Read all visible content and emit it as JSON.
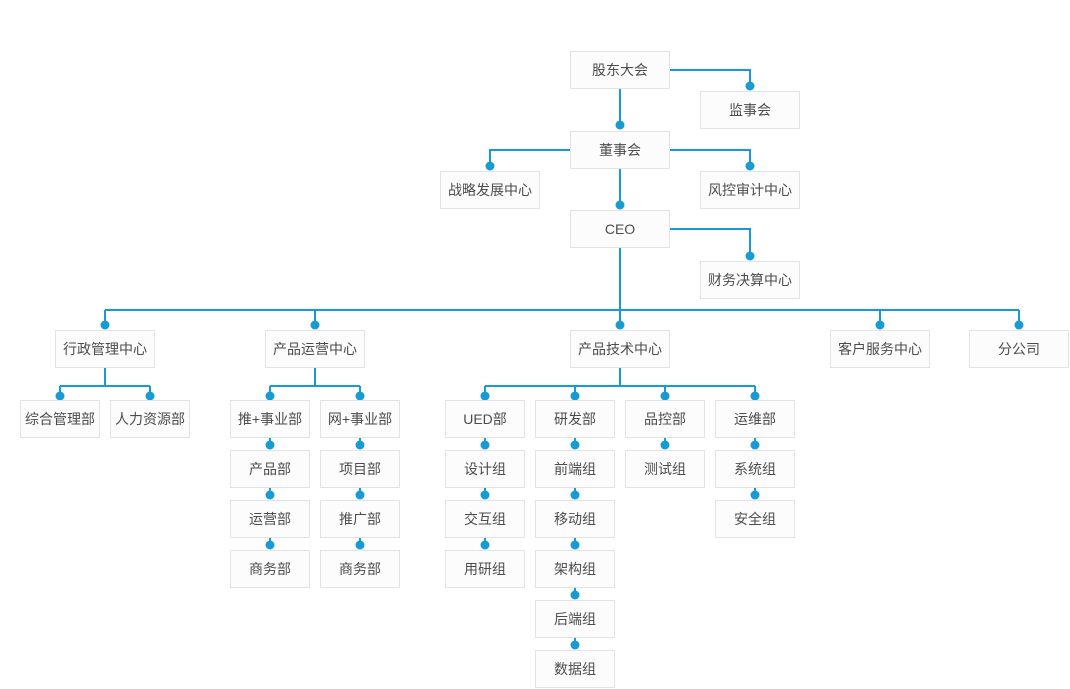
{
  "chart_title": "",
  "colors": {
    "connector": "#169bd5",
    "box_border": "#e3e3e3",
    "box_bg": "#fcfcfc",
    "label_text": "#4c4c4c"
  },
  "nodes": {
    "shareholders_meeting": {
      "label": "股东大会"
    },
    "supervisory_board": {
      "label": "监事会"
    },
    "board_of_directors": {
      "label": "董事会"
    },
    "strategic_dev_center": {
      "label": "战略发展中心"
    },
    "risk_audit_center": {
      "label": "风控审计中心"
    },
    "ceo": {
      "label": "CEO"
    },
    "financial_settlement_center": {
      "label": "财务决算中心"
    },
    "admin_mgmt_center": {
      "label": "行政管理中心"
    },
    "product_ops_center": {
      "label": "产品运营中心"
    },
    "product_tech_center": {
      "label": "产品技术中心"
    },
    "customer_service_center": {
      "label": "客户服务中心"
    },
    "branch_company": {
      "label": "分公司"
    },
    "general_mgmt_dept": {
      "label": "综合管理部"
    },
    "hr_dept": {
      "label": "人力资源部"
    },
    "tui_plus_division": {
      "label": "推+事业部"
    },
    "product_dept": {
      "label": "产品部"
    },
    "operations_dept": {
      "label": "运营部"
    },
    "business_dept_tui": {
      "label": "商务部"
    },
    "wang_plus_division": {
      "label": "网+事业部"
    },
    "project_dept": {
      "label": "项目部"
    },
    "promotion_dept": {
      "label": "推广部"
    },
    "business_dept_wang": {
      "label": "商务部"
    },
    "ued_dept": {
      "label": "UED部"
    },
    "design_group": {
      "label": "设计组"
    },
    "interaction_group": {
      "label": "交互组"
    },
    "user_research_group": {
      "label": "用研组"
    },
    "rd_dept": {
      "label": "研发部"
    },
    "frontend_group": {
      "label": "前端组"
    },
    "mobile_group": {
      "label": "移动组"
    },
    "architecture_group": {
      "label": "架构组"
    },
    "backend_group": {
      "label": "后端组"
    },
    "data_group": {
      "label": "数据组"
    },
    "quality_control_dept": {
      "label": "品控部"
    },
    "testing_group": {
      "label": "测试组"
    },
    "ops_maintenance_dept": {
      "label": "运维部"
    },
    "system_group": {
      "label": "系统组"
    },
    "security_group": {
      "label": "安全组"
    }
  },
  "edges": [
    [
      "shareholders_meeting",
      "supervisory_board"
    ],
    [
      "shareholders_meeting",
      "board_of_directors"
    ],
    [
      "board_of_directors",
      "strategic_dev_center"
    ],
    [
      "board_of_directors",
      "risk_audit_center"
    ],
    [
      "board_of_directors",
      "ceo"
    ],
    [
      "ceo",
      "financial_settlement_center"
    ],
    [
      "ceo",
      "admin_mgmt_center"
    ],
    [
      "ceo",
      "product_ops_center"
    ],
    [
      "ceo",
      "product_tech_center"
    ],
    [
      "ceo",
      "customer_service_center"
    ],
    [
      "ceo",
      "branch_company"
    ],
    [
      "admin_mgmt_center",
      "general_mgmt_dept"
    ],
    [
      "admin_mgmt_center",
      "hr_dept"
    ],
    [
      "product_ops_center",
      "tui_plus_division"
    ],
    [
      "product_ops_center",
      "wang_plus_division"
    ],
    [
      "tui_plus_division",
      "product_dept"
    ],
    [
      "product_dept",
      "operations_dept"
    ],
    [
      "operations_dept",
      "business_dept_tui"
    ],
    [
      "wang_plus_division",
      "project_dept"
    ],
    [
      "project_dept",
      "promotion_dept"
    ],
    [
      "promotion_dept",
      "business_dept_wang"
    ],
    [
      "product_tech_center",
      "ued_dept"
    ],
    [
      "product_tech_center",
      "rd_dept"
    ],
    [
      "product_tech_center",
      "quality_control_dept"
    ],
    [
      "product_tech_center",
      "ops_maintenance_dept"
    ],
    [
      "ued_dept",
      "design_group"
    ],
    [
      "design_group",
      "interaction_group"
    ],
    [
      "interaction_group",
      "user_research_group"
    ],
    [
      "rd_dept",
      "frontend_group"
    ],
    [
      "frontend_group",
      "mobile_group"
    ],
    [
      "mobile_group",
      "architecture_group"
    ],
    [
      "architecture_group",
      "backend_group"
    ],
    [
      "backend_group",
      "data_group"
    ],
    [
      "quality_control_dept",
      "testing_group"
    ],
    [
      "ops_maintenance_dept",
      "system_group"
    ],
    [
      "system_group",
      "security_group"
    ]
  ]
}
